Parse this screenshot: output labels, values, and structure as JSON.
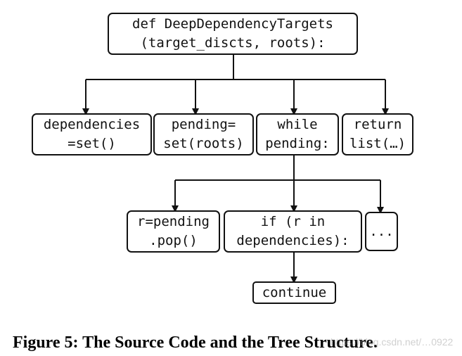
{
  "nodes": {
    "root": {
      "line1": "def DeepDependencyTargets",
      "line2": "(target_discts, roots):"
    },
    "dependencies": {
      "line1": "dependencies",
      "line2": "=set()"
    },
    "pending": {
      "line1": "pending=",
      "line2": "set(roots)"
    },
    "while": {
      "line1": "while",
      "line2": "pending:"
    },
    "return": {
      "line1": "return",
      "line2": "list(…)"
    },
    "pop": {
      "line1": "r=pending",
      "line2": ".pop()"
    },
    "if": {
      "line1": "if (r in",
      "line2": "dependencies):"
    },
    "ellipsis": {
      "line1": "..."
    },
    "continue": {
      "line1": "continue"
    }
  },
  "caption": "Figure 5: The Source Code and the Tree Structure.",
  "watermark": "https://blog.csdn.net/…0922"
}
